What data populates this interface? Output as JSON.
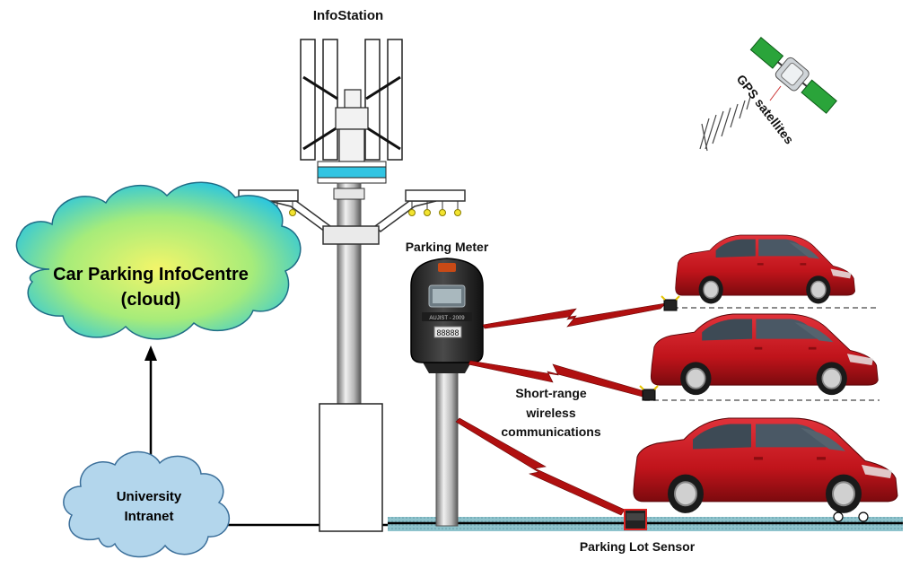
{
  "labels": {
    "infostation": "InfoStation",
    "gps": "GPS satellites",
    "parking_meter": "Parking Meter",
    "infocentre_line1": "Car Parking InfoCentre",
    "infocentre_line2": "(cloud)",
    "intranet_line1": "University",
    "intranet_line2": "Intranet",
    "wireless_line1": "Short-range",
    "wireless_line2": "wireless",
    "wireless_line3": "communications",
    "sensor": "Parking Lot Sensor"
  },
  "meter": {
    "model_text": "AUJIST - 2009",
    "display_digits": "88888"
  },
  "colors": {
    "car_body": "#c0141b",
    "lightning": "#b01010",
    "cloud_gradient_center": "#f3f56a",
    "cloud_gradient_edge": "#22c3e6",
    "intranet_cloud": "#b3d6ec",
    "ground_stripe": "#7fb8c3",
    "infostation_band": "#31c4e2",
    "lamp_bulbs": "#f3e430",
    "satellite_panels": "#2aa43a"
  }
}
